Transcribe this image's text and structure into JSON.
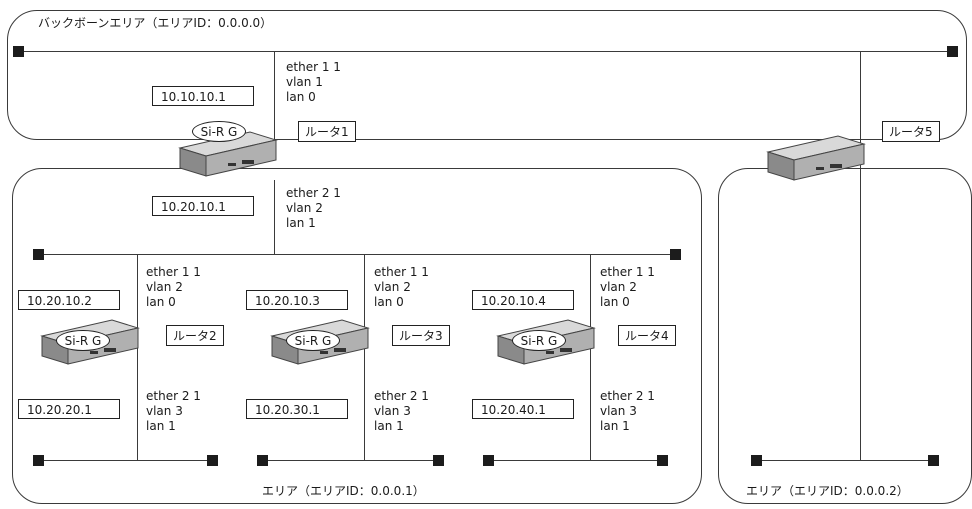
{
  "areas": {
    "backbone": "バックボーンエリア（エリアID：0.0.0.0）",
    "area1": "エリア（エリアID：0.0.0.1）",
    "area2": "エリア（エリアID：0.0.0.2）"
  },
  "routers": {
    "r1": {
      "name": "ルータ1",
      "model": "Si-R G",
      "up": {
        "ip": "10.10.10.1",
        "ether": "ether 1 1",
        "vlan": "vlan 1",
        "lan": "lan 0"
      },
      "down": {
        "ip": "10.20.10.1",
        "ether": "ether 2 1",
        "vlan": "vlan 2",
        "lan": "lan 1"
      }
    },
    "r2": {
      "name": "ルータ2",
      "model": "Si-R G",
      "up": {
        "ip": "10.20.10.2",
        "ether": "ether 1 1",
        "vlan": "vlan 2",
        "lan": "lan 0"
      },
      "down": {
        "ip": "10.20.20.1",
        "ether": "ether 2 1",
        "vlan": "vlan 3",
        "lan": "lan 1"
      }
    },
    "r3": {
      "name": "ルータ3",
      "model": "Si-R G",
      "up": {
        "ip": "10.20.10.3",
        "ether": "ether 1 1",
        "vlan": "vlan 2",
        "lan": "lan 0"
      },
      "down": {
        "ip": "10.20.30.1",
        "ether": "ether 2 1",
        "vlan": "vlan 3",
        "lan": "lan 1"
      }
    },
    "r4": {
      "name": "ルータ4",
      "model": "Si-R G",
      "up": {
        "ip": "10.20.10.4",
        "ether": "ether 1 1",
        "vlan": "vlan 2",
        "lan": "lan 0"
      },
      "down": {
        "ip": "10.20.40.1",
        "ether": "ether 2 1",
        "vlan": "vlan 3",
        "lan": "lan 1"
      }
    },
    "r5": {
      "name": "ルータ5"
    }
  }
}
